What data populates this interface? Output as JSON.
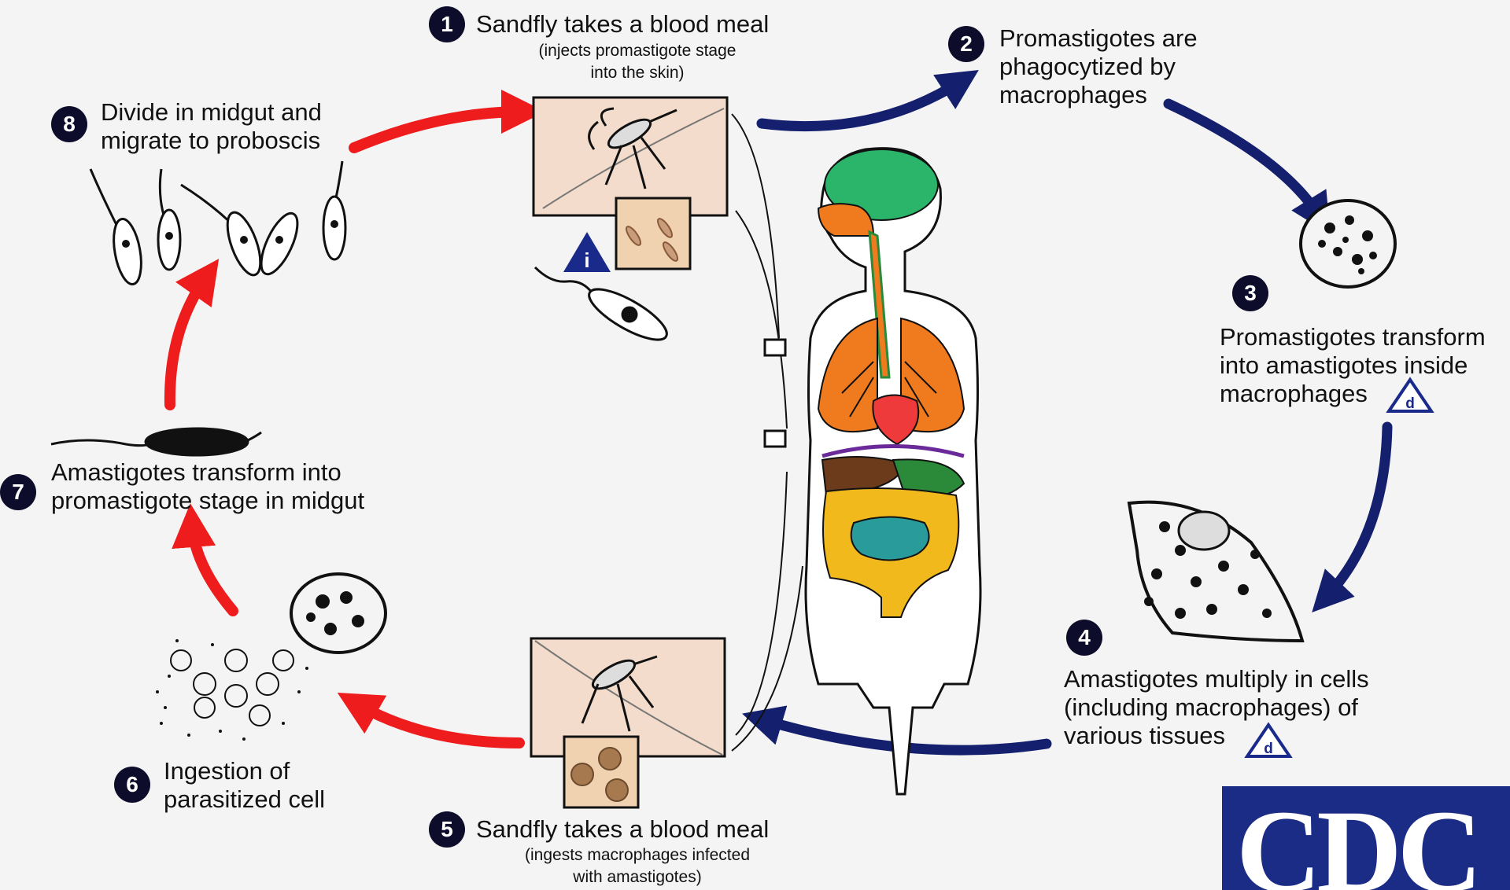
{
  "steps": [
    {
      "num": "1",
      "title": "Sandfly takes a blood meal",
      "sub_line1": "(injects promastigote stage",
      "sub_line2": "into the skin)"
    },
    {
      "num": "2",
      "line1": "Promastigotes are",
      "line2": "phagocytized by",
      "line3": "macrophages"
    },
    {
      "num": "3",
      "line1": "Promastigotes transform",
      "line2": "into amastigotes inside",
      "line3": "macrophages"
    },
    {
      "num": "4",
      "line1": "Amastigotes multiply in cells",
      "line2": "(including macrophages) of",
      "line3": "various tissues"
    },
    {
      "num": "5",
      "title": "Sandfly takes a blood meal",
      "sub_line1": "(ingests macrophages infected",
      "sub_line2": "with amastigotes)"
    },
    {
      "num": "6",
      "line1": "Ingestion of",
      "line2": "parasitized cell"
    },
    {
      "num": "7",
      "line1": "Amastigotes transform into",
      "line2": "promastigote stage in midgut"
    },
    {
      "num": "8",
      "line1": "Divide in midgut and",
      "line2": "migrate to proboscis"
    }
  ],
  "stage_markers": {
    "infective": "i",
    "diagnostic": "d"
  },
  "logo": "CDC",
  "colors": {
    "human_stage_arrow": "#14206e",
    "sandfly_stage_arrow": "#ee1c1c",
    "skin": "#f3dccb",
    "brain": "#2bb56b",
    "lungs": "#f07b1e",
    "heart": "#ee3a3a",
    "liver": "#6b3b1c",
    "intestine": "#f2b91c",
    "small_intestine": "#2a9b9b",
    "badge": "#0d0d2b"
  },
  "icons": [
    "sandfly-icon",
    "promastigote-icon",
    "macrophage-icon",
    "infected-cell-icon",
    "human-body-icon",
    "cdc-logo"
  ]
}
